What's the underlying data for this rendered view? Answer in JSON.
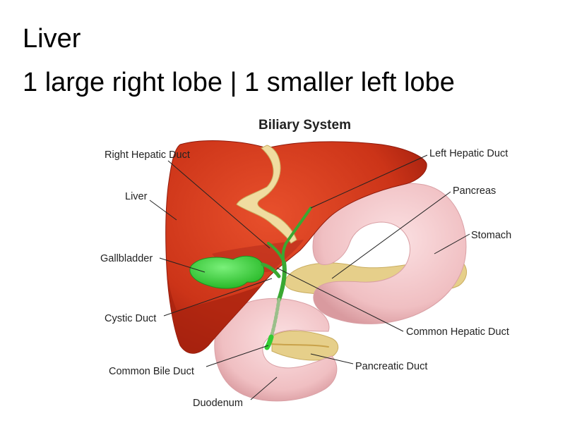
{
  "slide": {
    "heading": "Liver",
    "subheading": "1 large right lobe  | 1 smaller left lobe"
  },
  "diagram": {
    "title": "Biliary System",
    "labels": {
      "right_hepatic_duct": "Right Hepatic Duct",
      "liver": "Liver",
      "gallbladder": "Gallbladder",
      "cystic_duct": "Cystic Duct",
      "common_bile_duct": "Common Bile Duct",
      "duodenum": "Duodenum",
      "left_hepatic_duct": "Left Hepatic Duct",
      "pancreas": "Pancreas",
      "stomach": "Stomach",
      "common_hepatic_duct": "Common Hepatic Duct",
      "pancreatic_duct": "Pancreatic Duct"
    },
    "colors": {
      "liver": "#d43a1e",
      "liver_dark": "#a3200f",
      "stomach": "#f2c6c8",
      "pancreas": "#e8d08a",
      "gallbladder": "#33d933",
      "ducts": "#3aa832",
      "ligament": "#f0dca0"
    }
  }
}
